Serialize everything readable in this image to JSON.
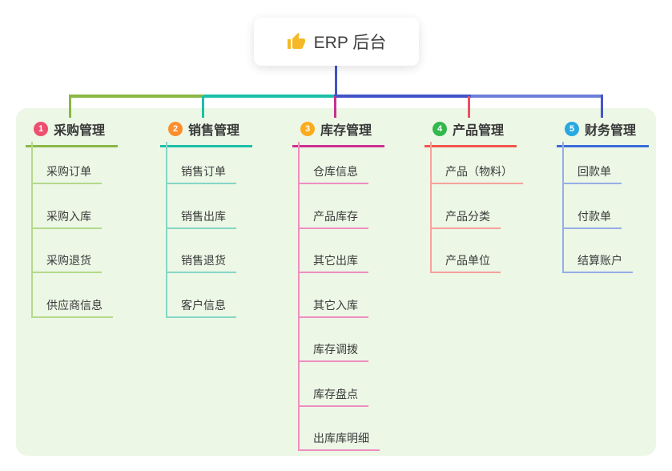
{
  "root": {
    "title": "ERP 后台",
    "icon": "thumbs-up-icon",
    "icon_color": "#f5b928"
  },
  "panel": {
    "bg": "#ecf7e6"
  },
  "connectors": {
    "root_line": "#4154c6",
    "bus": [
      "#8ab845",
      "#1cbfa7",
      "#4154c6",
      "#6e7ed8"
    ],
    "drops": [
      "#8ab845",
      "#1cbfa7",
      "#c92f90",
      "#eb4e66",
      "#4657c8"
    ]
  },
  "branches": [
    {
      "number": "1",
      "title": "采购管理",
      "colors": {
        "badge": "#ef4f6e",
        "line": "#8ab845",
        "light": "#b4d98a"
      },
      "children": [
        "采购订单",
        "采购入库",
        "采购退货",
        "供应商信息"
      ]
    },
    {
      "number": "2",
      "title": "销售管理",
      "colors": {
        "badge": "#fc8e2e",
        "line": "#1cbfa7",
        "light": "#86d7c6"
      },
      "children": [
        "销售订单",
        "销售出库",
        "销售退货",
        "客户信息"
      ]
    },
    {
      "number": "3",
      "title": "库存管理",
      "colors": {
        "badge": "#fcab1e",
        "line": "#d02f90",
        "light": "#ef8ec1"
      },
      "children": [
        "仓库信息",
        "产品库存",
        "其它出库",
        "其它入库",
        "库存调拨",
        "库存盘点",
        "出库库明细"
      ]
    },
    {
      "number": "4",
      "title": "产品管理",
      "colors": {
        "badge": "#33b84d",
        "line": "#f2564c",
        "light": "#f5a29c"
      },
      "children": [
        "产品（物料）",
        "产品分类",
        "产品单位"
      ]
    },
    {
      "number": "5",
      "title": "财务管理",
      "colors": {
        "badge": "#28a8e0",
        "line": "#3b6ad9",
        "light": "#96aee6"
      },
      "children": [
        "回款单",
        "付款单",
        "结算账户"
      ]
    }
  ]
}
